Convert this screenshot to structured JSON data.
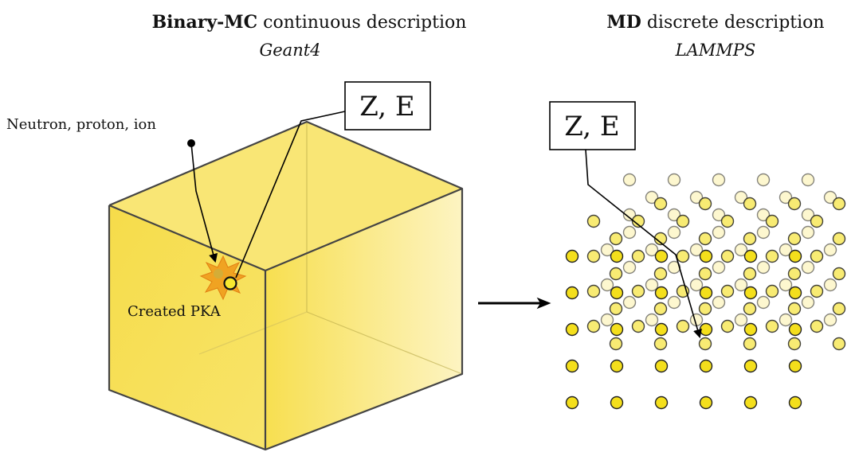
{
  "left_panel": {
    "title_bold": "Binary-MC",
    "title_rest": " continuous description",
    "subtitle": "Geant4",
    "particle_label": "Neutron, proton, ion",
    "pka_label": "Created PKA",
    "ze_label": "Z, E"
  },
  "right_panel": {
    "title_bold": "MD",
    "title_rest": " discrete description",
    "subtitle": "LAMMPS",
    "ze_label": "Z, E"
  },
  "colors": {
    "cube_fill": "#f8e46a",
    "cube_edge": "#444444",
    "atom_front": "#f4df1c",
    "atom_back": "#fbf0a8",
    "atom_stroke": "#222222",
    "star_fill": "#f0a020",
    "arrow": "#000000"
  }
}
